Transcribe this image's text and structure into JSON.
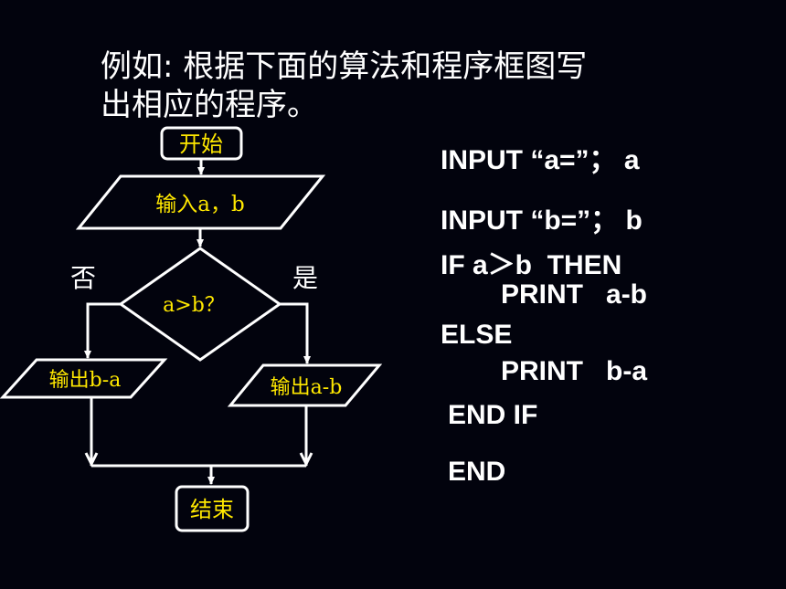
{
  "title": {
    "line1": "例如: 根据下面的算法和程序框图写",
    "line2": "出相应的程序。"
  },
  "flowchart": {
    "start": "开始",
    "input": "输入a，b",
    "condition": "a>b？",
    "no_label": "否",
    "yes_label": "是",
    "output_no": "输出b-a",
    "output_yes": "输出a-b",
    "end": "结束"
  },
  "code": {
    "line1": "INPUT “a=”； a",
    "line2": "INPUT “b=”； b",
    "line3": "IF a＞b  THEN",
    "line4": "PRINT   a-b",
    "line5": "ELSE",
    "line6": "PRINT   b-a",
    "line7": "END IF",
    "line8": "END"
  },
  "colors": {
    "background": "#02030d",
    "shape_text": "#ffe800",
    "text": "#ffffff"
  }
}
